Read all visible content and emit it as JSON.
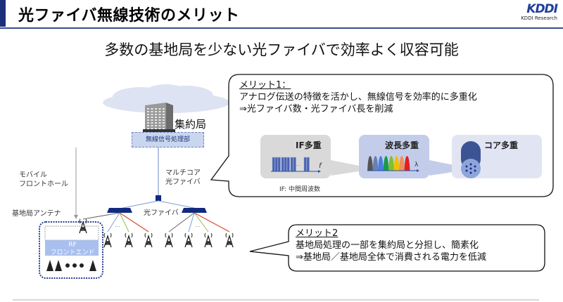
{
  "header": {
    "title": "光ファイバ無線技術のメリット",
    "logo_mark": "KDDI",
    "logo_sub": "KDDI Research"
  },
  "subtitle": "多数の基地局を少ない光ファイバで効率よく収容可能",
  "diagram": {
    "central_office_label": "集約局",
    "signal_processing_unit": "無線信号処理部",
    "mobile_fronthaul_label": [
      "モバイル",
      "フロントホール"
    ],
    "multicore_fiber_label": [
      "マルチコア",
      "光ファイバ"
    ],
    "fiber_label": "光ファイバ",
    "antenna_label": "基地局アンテナ",
    "rf_frontend_label": [
      "RF",
      "フロントエンド"
    ],
    "ellipsis": "..."
  },
  "merit1": {
    "heading": "メリット1：",
    "line1": "アナログ伝送の特徴を活かし、無線信号を効率的に多重化",
    "line2": "⇒光ファイバ数・光ファイバ長を削減",
    "panels": [
      {
        "title": "IF多重",
        "axis": "f"
      },
      {
        "title": "波長多重",
        "axis": "λ"
      },
      {
        "title": "コア多重"
      }
    ],
    "if_note": "IF: 中間周波数",
    "wavelength_colors": [
      "#555555",
      "#6b7fb5",
      "#4a7fe0",
      "#1a9a4a",
      "#7fbf30",
      "#f0c000",
      "#f0905a",
      "#e02020"
    ]
  },
  "merit2": {
    "heading": "メリット2",
    "line1": "基地局処理の一部を集約局と分担し、簡素化",
    "line2": "⇒基地局／基地局全体で消費される電力を低減"
  },
  "colors": {
    "accent": "#1b2f7a",
    "splitter": "#0f2a80",
    "fiber_blue": "#7f9bd6",
    "fiber_red": "#e0452a",
    "fiber_green": "#8fbf4a",
    "fiber_gray": "#666666"
  }
}
